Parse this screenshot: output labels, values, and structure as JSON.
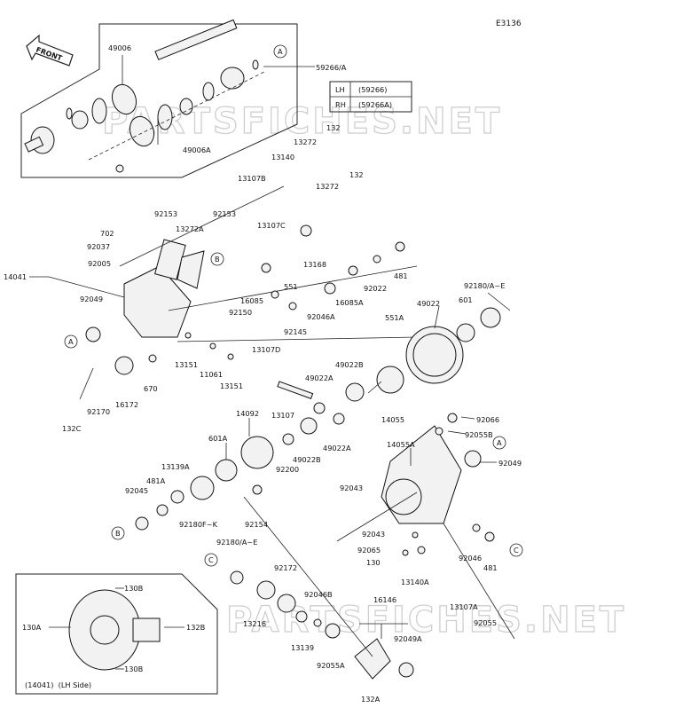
{
  "diagram_code": "E3136",
  "watermark": "PARTSFICHES.NET",
  "front_label": "FRONT",
  "inset_caption": "(14041)  (LH Side)",
  "side_table": {
    "rows": [
      {
        "side": "LH",
        "part": "(59266)"
      },
      {
        "side": "RH",
        "part": "(59266A)"
      }
    ]
  },
  "callouts": [
    "A",
    "B",
    "C"
  ],
  "labels": [
    "49006",
    "59266/A",
    "49006A",
    "132",
    "13272",
    "13140",
    "13107B",
    "132",
    "13272",
    "92153",
    "92153",
    "13272A",
    "702",
    "92037",
    "92005",
    "14041",
    "13107C",
    "13168",
    "481",
    "92022",
    "551",
    "16085",
    "16085A",
    "92150",
    "92046A",
    "92145",
    "92049",
    "92180/A~E",
    "49022",
    "601",
    "551A",
    "13107D",
    "13151",
    "11061",
    "13151",
    "49022B",
    "49022A",
    "670",
    "16172",
    "92170",
    "132C",
    "14055",
    "13107",
    "92066",
    "92055B",
    "14092",
    "49022B",
    "49022A",
    "14055A",
    "601A",
    "13139A",
    "92200",
    "92049",
    "481A",
    "92043",
    "92045",
    "92180F~K",
    "92154",
    "92043",
    "92065",
    "130",
    "13140A",
    "92046",
    "481",
    "92180/A~E",
    "92172",
    "13107A",
    "92055",
    "92046B",
    "16146",
    "13216",
    "92049A",
    "13139",
    "92055A",
    "132A",
    "130B",
    "130A",
    "132B",
    "130B"
  ]
}
